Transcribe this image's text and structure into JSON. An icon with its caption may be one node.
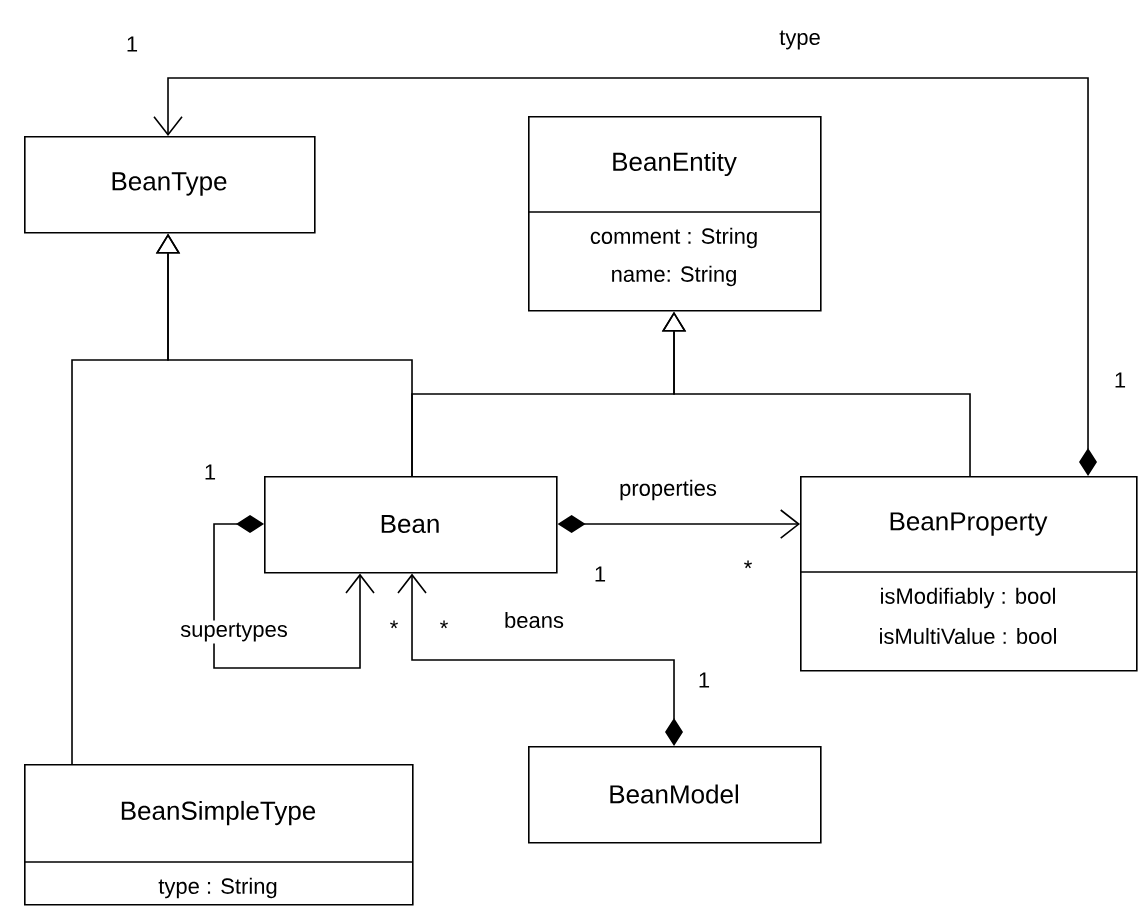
{
  "diagram": {
    "nodes": [
      {
        "text": [
          "BeanType"
        ]
      },
      {
        "text": [
          "BeanEntity",
          "comment : String",
          "name: String"
        ]
      },
      {
        "text": [
          "Bean"
        ]
      },
      {
        "text": [
          "BeanProperty",
          "isModifiably : bool",
          "isMultiValue : bool"
        ]
      },
      {
        "text": [
          "BeanModel"
        ]
      },
      {
        "text": [
          "BeanSimpleType",
          "type : String"
        ]
      }
    ],
    "edges": [
      {
        "from": 5,
        "to": 0,
        "arrow": "to"
      },
      {
        "from": 2,
        "to": 0,
        "arrow": "to"
      },
      {
        "from": 2,
        "to": 1,
        "arrow": "to"
      },
      {
        "from": 3,
        "to": 1,
        "arrow": "to"
      },
      {
        "from": 2,
        "to": 3,
        "arrow": "to",
        "label": "properties"
      },
      {
        "from": 2,
        "to": 2,
        "arrow": "to",
        "label": "supertypes"
      },
      {
        "from": 4,
        "to": 2,
        "arrow": "to",
        "label": "beans"
      },
      {
        "from": 3,
        "to": 0,
        "arrow": "to",
        "label": "type"
      }
    ],
    "labels": [
      "1",
      "1",
      "1",
      "1",
      "*",
      "*",
      "*",
      "1"
    ]
  }
}
